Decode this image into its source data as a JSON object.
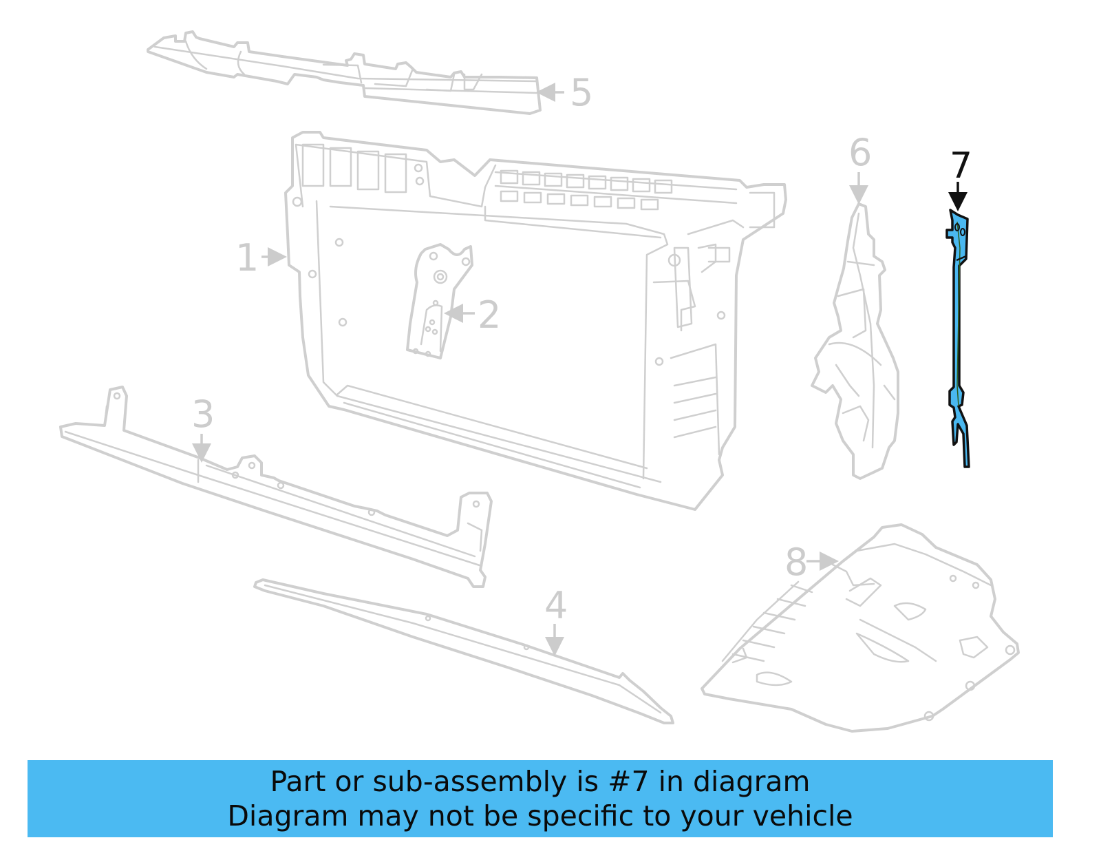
{
  "diagram": {
    "highlight_color": "#4bbaf2",
    "line_color": "#cfcfcf",
    "callouts": [
      {
        "number": "1",
        "part": "radiator-support-frame",
        "highlighted": false
      },
      {
        "number": "2",
        "part": "center-latch-bracket",
        "highlighted": false
      },
      {
        "number": "3",
        "part": "lower-tie-bar",
        "highlighted": false
      },
      {
        "number": "4",
        "part": "lower-deflector",
        "highlighted": false
      },
      {
        "number": "5",
        "part": "upper-cover",
        "highlighted": false
      },
      {
        "number": "6",
        "part": "side-air-guide",
        "highlighted": false
      },
      {
        "number": "7",
        "part": "side-seal-bracket",
        "highlighted": true
      },
      {
        "number": "8",
        "part": "splash-shield",
        "highlighted": false
      }
    ]
  },
  "banner": {
    "line1": "Part or sub-assembly is #7 in diagram",
    "line2": "Diagram may not be specific to your vehicle",
    "background": "#4bbaf2"
  }
}
